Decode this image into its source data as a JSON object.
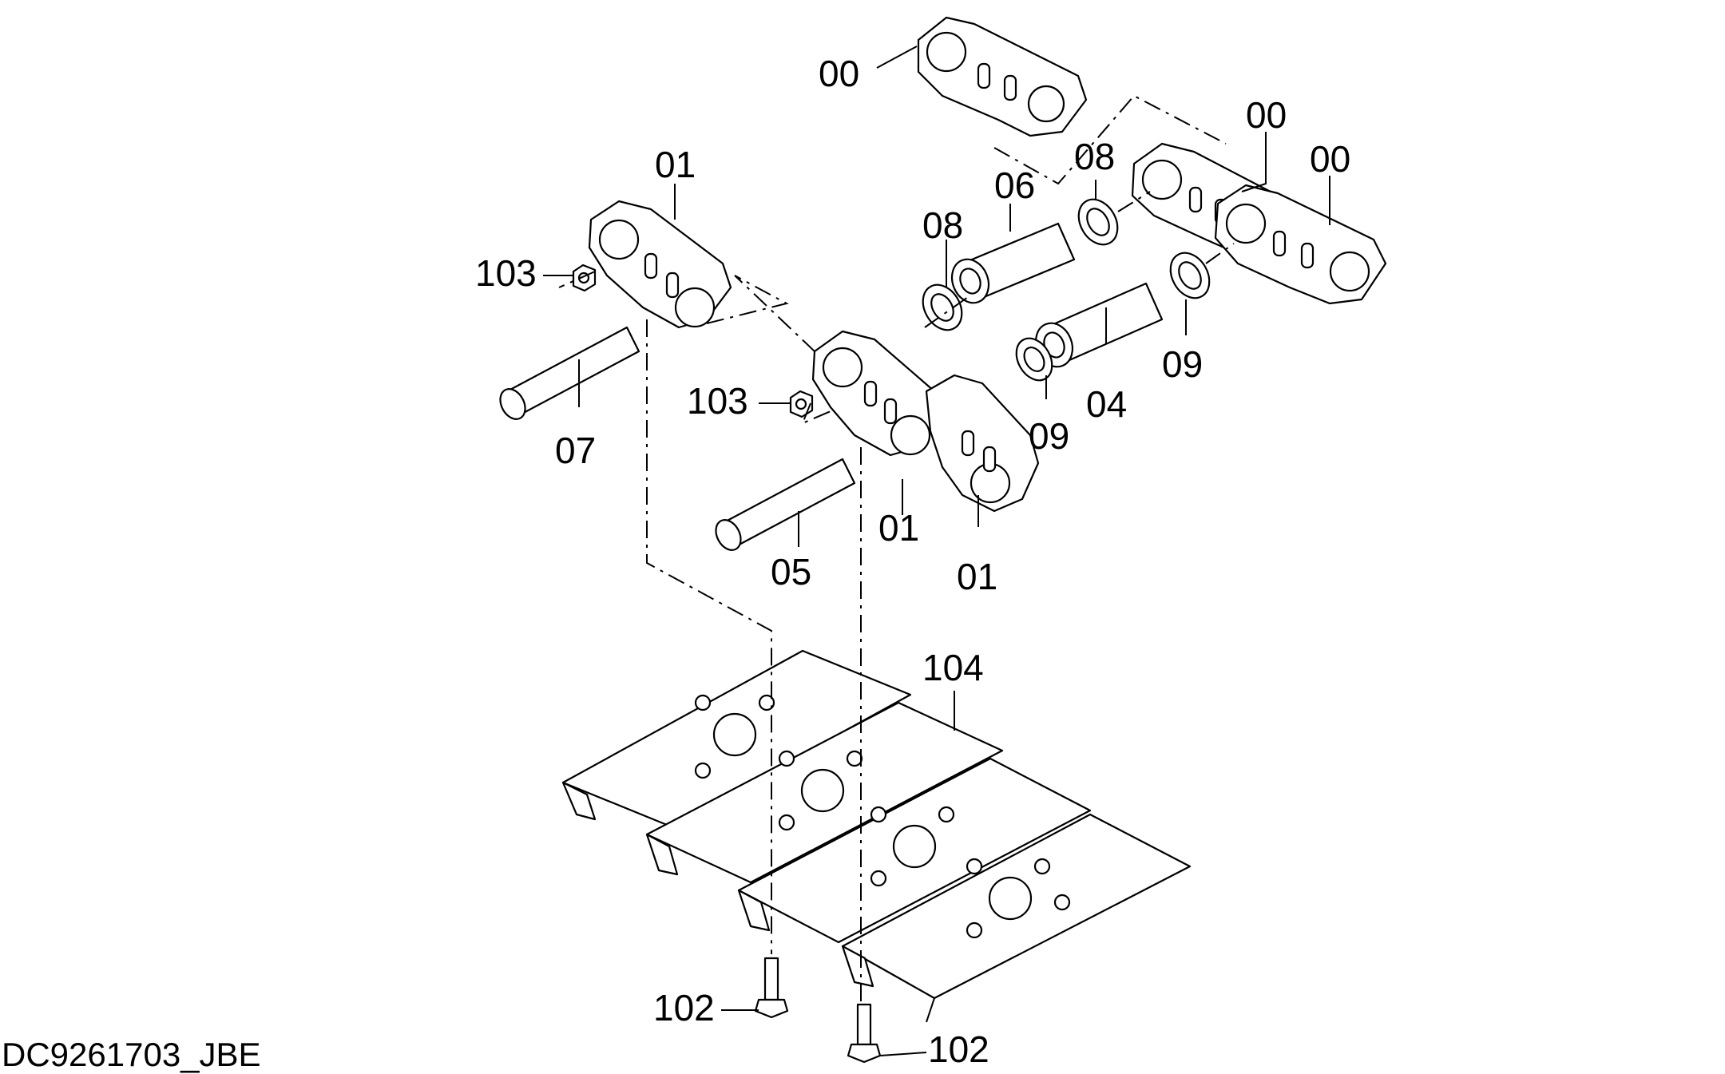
{
  "drawing_code": "DC9261703_JBE",
  "callouts": {
    "link_top": "00",
    "link_right_a": "00",
    "link_right_b": "00",
    "link_left_top": "01",
    "link_mid_a": "01",
    "link_mid_b": "01",
    "bushing": "04",
    "pin": "05",
    "bushing_upper": "06",
    "pin_upper": "07",
    "seal_upper": "08",
    "seal_right": "08",
    "seal_lower": "09",
    "seal_lower_right": "09",
    "nut_upper": "103",
    "nut_lower": "103",
    "shoe": "104",
    "bolt_left": "102",
    "bolt_right": "102"
  }
}
